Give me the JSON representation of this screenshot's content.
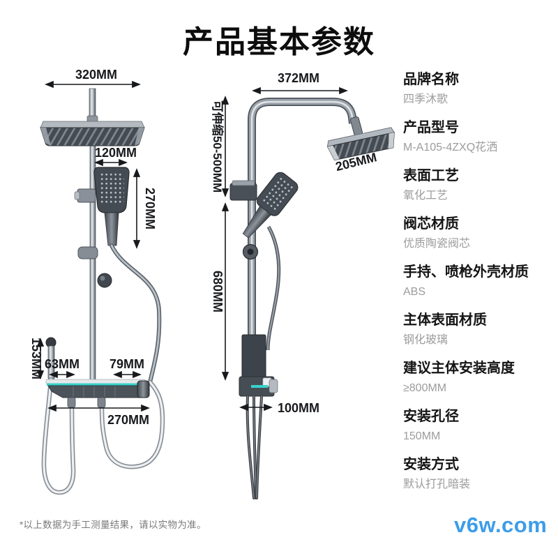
{
  "page": {
    "title": "产品基本参数",
    "footnote": "*以上数据为手工测量结果，请以实物为准。",
    "watermark": "v6w.com",
    "accent_teal": "#38d1c8",
    "watermark_color": "#3d9de9",
    "dim_color": "#17191c",
    "label_color": "#141414",
    "value_color": "#9c9c9c"
  },
  "figure_left": {
    "view": "front-view-shower-set",
    "dims": {
      "overhead_width": "320MM",
      "handheld_width": "120MM",
      "handheld_height": "270MM",
      "spray_gun_height": "153MM",
      "left_offset": "63MM",
      "right_offset": "79MM",
      "body_width": "270MM"
    }
  },
  "figure_right": {
    "view": "side-view-shower-set",
    "dims": {
      "arm_width": "372MM",
      "telescopic_range": "可伸缩50-500MM",
      "overhead_depth": "205MM",
      "riser_height": "680MM",
      "body_depth": "100MM"
    }
  },
  "specs": {
    "items": [
      {
        "label": "品牌名称",
        "value": "四季沐歌"
      },
      {
        "label": "产品型号",
        "value": "M-A105-4ZXQ花洒"
      },
      {
        "label": "表面工艺",
        "value": "氧化工艺"
      },
      {
        "label": "阀芯材质",
        "value": "优质陶瓷阀芯"
      },
      {
        "label": "手持、喷枪外壳材质",
        "value": "ABS"
      },
      {
        "label": "主体表面材质",
        "value": "钢化玻璃"
      },
      {
        "label": "建议主体安装高度",
        "value": "≥800MM"
      },
      {
        "label": "安装孔径",
        "value": "150MM"
      },
      {
        "label": "安装方式",
        "value": "默认打孔暗装"
      }
    ]
  }
}
